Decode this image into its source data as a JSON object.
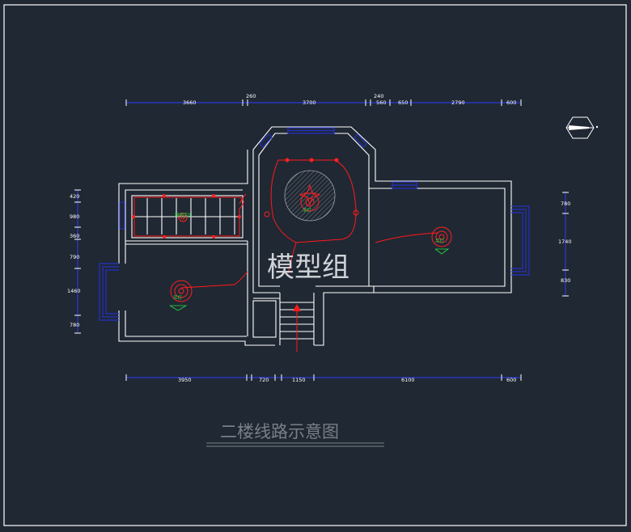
{
  "title": "二楼线路示意图",
  "watermark": "模型组",
  "colors": {
    "background": "#202833",
    "walls": "#ffffff",
    "windows": "#2330c8",
    "dimension_lines": "#2a3ad8",
    "wiring": "#ff1a1a",
    "fixture_labels": "#22dd44"
  },
  "dimensions": {
    "top": [
      "3660",
      "260",
      "3700",
      "240",
      "560",
      "650",
      "2790",
      "600"
    ],
    "bottom": [
      "3950",
      "720",
      "1150",
      "6100",
      "600"
    ],
    "left": [
      "420",
      "980",
      "360",
      "790",
      "1460",
      "780"
    ],
    "right": [
      "780",
      "1740",
      "830"
    ]
  },
  "fixture_labels": {
    "stair": "照明吊灯",
    "center": "吊灯",
    "right_room": "吊灯",
    "left_room": "吊灯"
  },
  "icons": [
    "north-arrow-icon",
    "entry-arrow-icon"
  ]
}
